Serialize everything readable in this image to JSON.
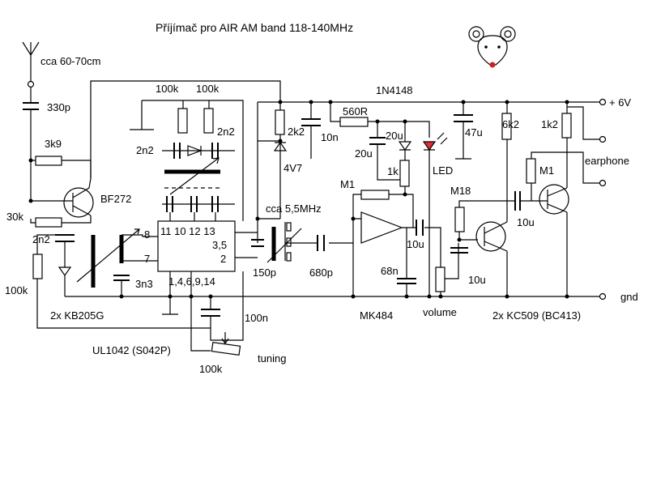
{
  "title": "Příjímač pro AIR AM band 118-140MHz",
  "labels": {
    "antenna": "cca 60-70cm",
    "c330p": "330p",
    "r3k9": "3k9",
    "r30k": "30k",
    "c2n2_left": "2n2",
    "r100k_left": "100k",
    "transistor_bf": "BF272",
    "diodes_kb": "2x KB205G",
    "c3n3": "3n3",
    "r100k_top1": "100k",
    "r100k_top2": "100k",
    "c2n2_top_left": "2n2",
    "c2n2_top_right": "2n2",
    "ic_pins_top": "11 10 12 13",
    "ic_pin_35": "3,5",
    "ic_pin_2": "2",
    "ic_pin_8": "8",
    "ic_pin_7": "7",
    "ic_pins_bottom": "1,4,6,9,14",
    "ic_name": "UL1042 (S042P)",
    "c100n": "100n",
    "pot_tuning_value": "100k",
    "tuning": "tuning",
    "r2k2": "2k2",
    "zener": "4V7",
    "c10n": "10n",
    "if_freq": "cca 5,5MHz",
    "c150p": "150p",
    "c680p": "680p",
    "diode_1n4148": "1N4148",
    "r560r": "560R",
    "c20u": "20u",
    "c47u": "47u",
    "led": "LED",
    "r1k": "1k",
    "rM1_opamp": "M1",
    "opamp": "MK484",
    "c10u_a": "10u",
    "c68n": "68n",
    "volume": "volume",
    "rM18": "M18",
    "c10u_b": "10u",
    "c10u_c": "10u",
    "r6k2": "6k2",
    "r1k2": "1k2",
    "rM1_out": "M1",
    "transistors_kc": "2x KC509 (BC413)",
    "vplus": "+ 6V",
    "earphone": "earphone",
    "gnd": "gnd"
  },
  "colors": {
    "led_fill": "#e03030",
    "mouse_nose": "#cc2222",
    "ink": "#000000"
  }
}
